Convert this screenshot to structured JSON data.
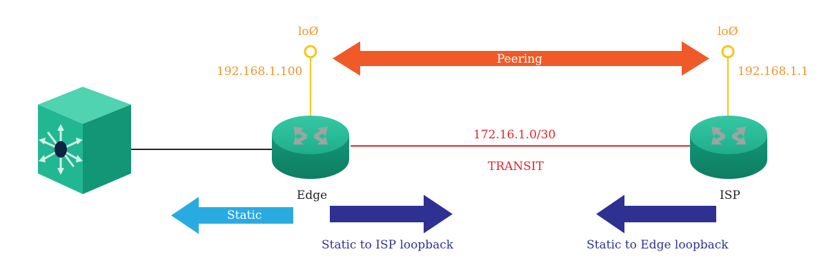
{
  "colors": {
    "loopback": "#f0952a",
    "peering_arrow": "#f05a28",
    "transit_link": "#e3242b",
    "static_left": "#29abe2",
    "static_routes": "#2e3192",
    "device": "#1fb392"
  },
  "edge_router": {
    "name": "Edge",
    "loopback_label": "loØ",
    "loopback_ip": "192.168.1.100"
  },
  "isp_router": {
    "name": "ISP",
    "loopback_label": "loØ",
    "loopback_ip": "192.168.1.1"
  },
  "peering": {
    "label": "Peering"
  },
  "transit": {
    "subnet": "172.16.1.0/30",
    "label": "TRANSIT"
  },
  "static_arrows": {
    "static_label": "Static",
    "edge_to_isp_label": "Static to ISP loopback",
    "isp_to_edge_label": "Static to Edge loopback"
  }
}
